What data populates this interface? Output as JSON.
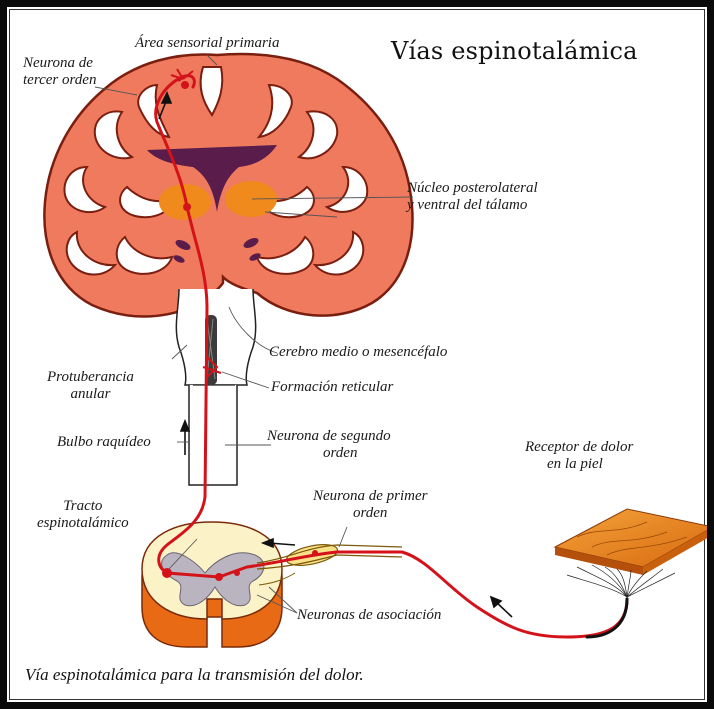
{
  "title": "Vías espinotalámica",
  "caption": "Vía espinotalámica para la transmisión del dolor.",
  "labels": {
    "neurona_tercer_orden": [
      "Neurona de",
      "tercer orden"
    ],
    "area_sensorial": "Área sensorial primaria",
    "nucleo_talamo": [
      "Núcleo posterolateral",
      "y ventral del tálamo"
    ],
    "cerebro_medio": "Cerebro medio o mesencéfalo",
    "protuberancia": [
      "Protuberancia",
      "anular"
    ],
    "formacion_reticular": "Formación reticular",
    "bulbo": "Bulbo raquídeo",
    "neurona_segundo_orden": [
      "Neurona de segundo",
      "orden"
    ],
    "receptor_dolor": [
      "Receptor de dolor",
      "en la piel"
    ],
    "neurona_primer_orden": [
      "Neurona de primer",
      "orden"
    ],
    "tracto_espinotalamico": [
      "Tracto",
      "espinotalámico"
    ],
    "neuronas_asociacion": "Neuronas de asociación"
  },
  "colors": {
    "cortex": "#ef7a5e",
    "cortex_outline": "#7a1e10",
    "ventricle": "#5a1c4a",
    "thalamus": "#f08a1c",
    "pathway": "#d4121a",
    "cord_white": "#fbf2c8",
    "cord_gray": "#b9b4c0",
    "skin": "#e8801e"
  }
}
